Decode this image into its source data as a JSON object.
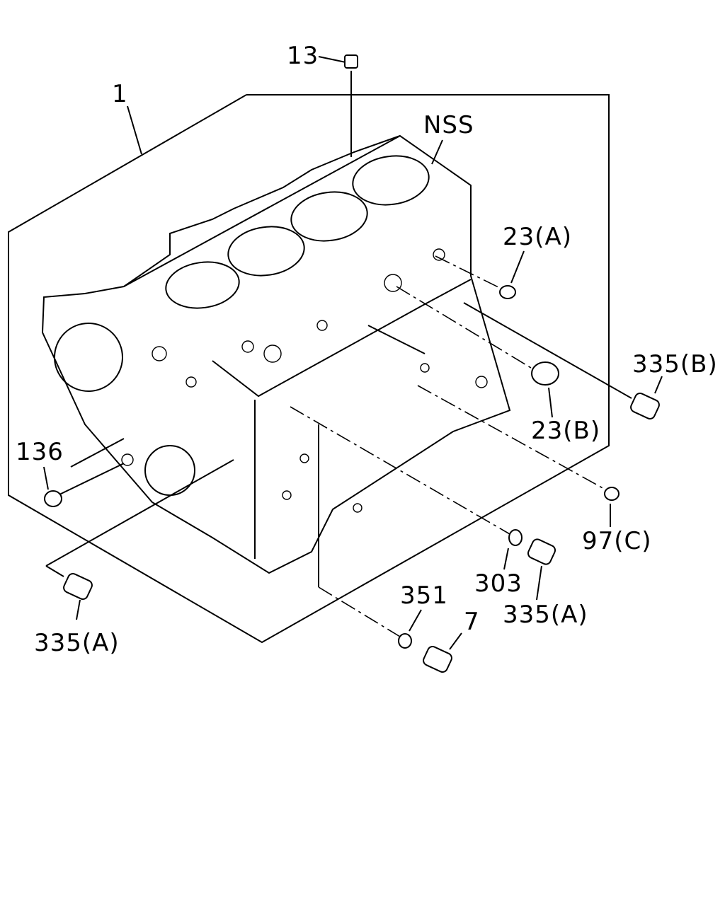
{
  "labels": {
    "part_13": "13",
    "part_1": "1",
    "nss": "NSS",
    "part_23a": "23(A)",
    "part_335b": "335(B)",
    "part_23b": "23(B)",
    "part_136": "136",
    "part_97c": "97(C)",
    "part_303": "303",
    "part_351": "351",
    "part_335a_right": "335(A)",
    "part_7": "7",
    "part_335a_left": "335(A)"
  }
}
